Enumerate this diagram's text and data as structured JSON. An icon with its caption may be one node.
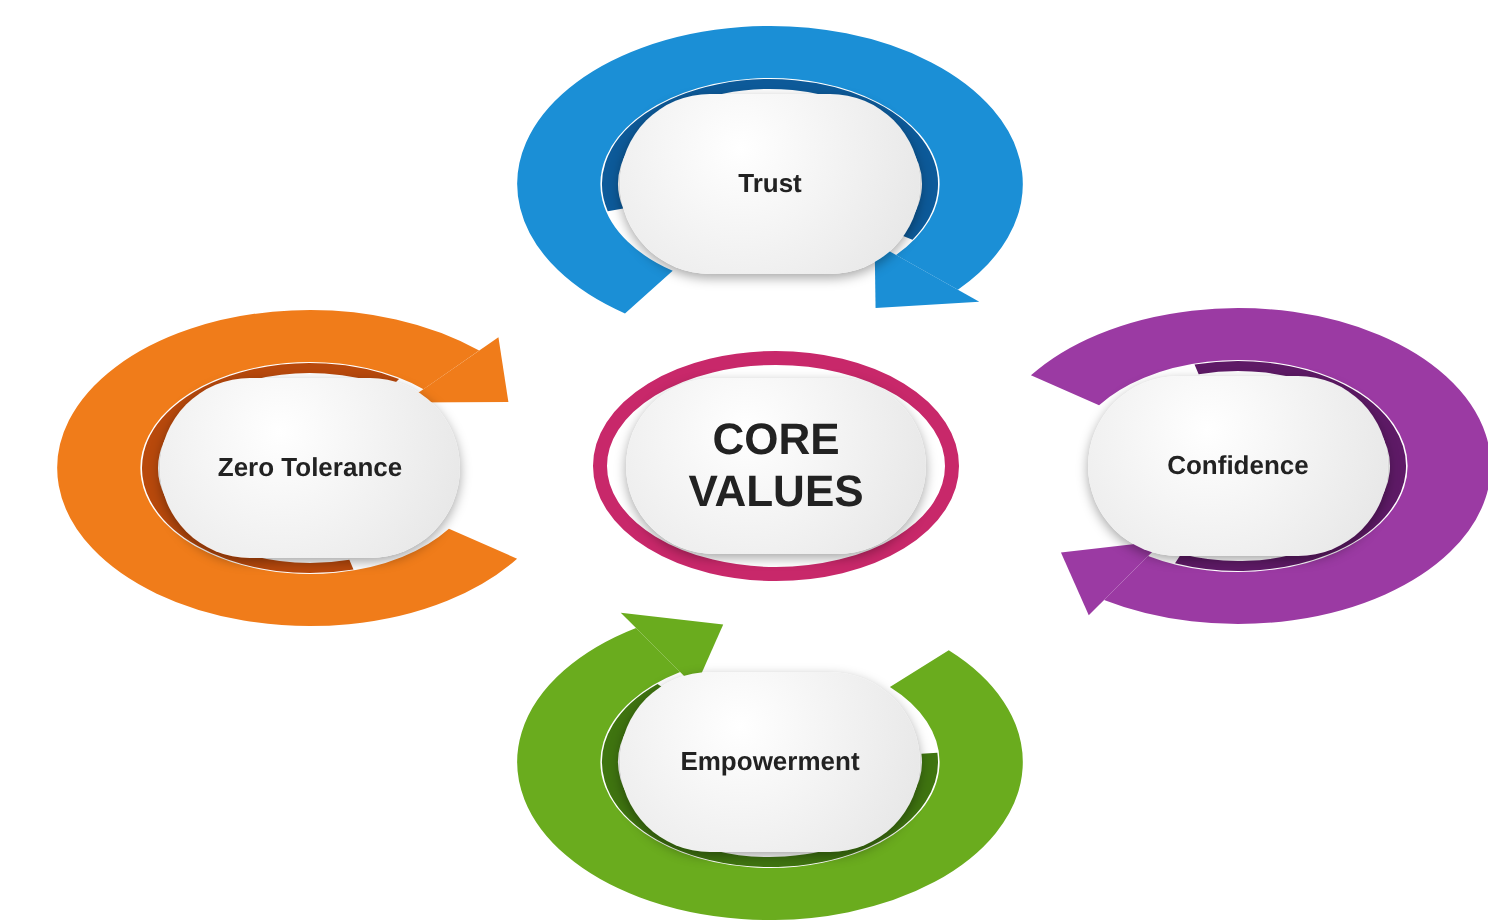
{
  "diagram": {
    "nodes": [
      {
        "text": [
          "Trust"
        ]
      },
      {
        "text": [
          "Zero Tolerance"
        ]
      },
      {
        "text": [
          "CORE VALUES"
        ]
      },
      {
        "text": [
          "Confidence"
        ]
      },
      {
        "text": [
          "Empowerment"
        ]
      }
    ]
  }
}
